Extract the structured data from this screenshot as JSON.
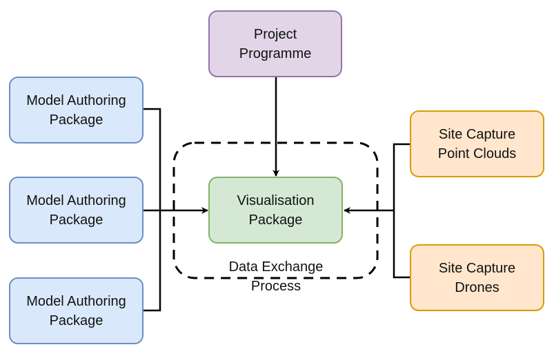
{
  "nodes": {
    "programme": {
      "line1": "Project",
      "line2": "Programme"
    },
    "model1": {
      "line1": "Model Authoring",
      "line2": "Package"
    },
    "model2": {
      "line1": "Model Authoring",
      "line2": "Package"
    },
    "model3": {
      "line1": "Model Authoring",
      "line2": "Package"
    },
    "visualisation": {
      "line1": "Visualisation",
      "line2": "Package"
    },
    "pointclouds": {
      "line1": "Site Capture",
      "line2": "Point Clouds"
    },
    "drones": {
      "line1": "Site Capture",
      "line2": "Drones"
    }
  },
  "group": {
    "line1": "Data Exchange",
    "line2": "Process"
  },
  "colors": {
    "blue_fill": "#dae8fc",
    "blue_stroke": "#6c8ebf",
    "purple_fill": "#e1d5e7",
    "purple_stroke": "#9673a6",
    "green_fill": "#d5e8d4",
    "green_stroke": "#82b366",
    "orange_fill": "#ffe6cc",
    "orange_stroke": "#d79b00"
  }
}
